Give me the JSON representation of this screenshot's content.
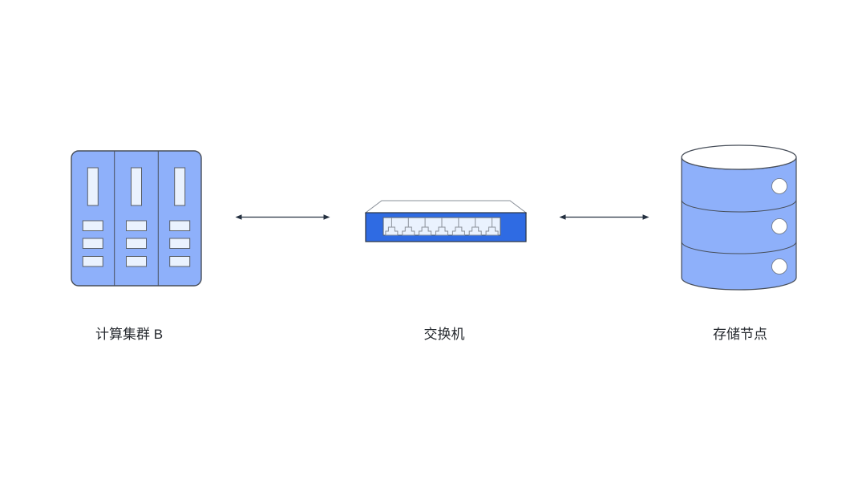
{
  "nodes": {
    "cluster": {
      "label": "计算集群 B",
      "icon": "server-rack-icon",
      "rack_columns": 3
    },
    "switch": {
      "label": "交换机",
      "icon": "network-switch-icon",
      "port_count": 7
    },
    "storage": {
      "label": "存储节点",
      "icon": "database-cylinder-icon",
      "tier_count": 3
    }
  },
  "connections": [
    {
      "from": "cluster",
      "to": "switch",
      "arrow": "bidirectional"
    },
    {
      "from": "switch",
      "to": "storage",
      "arrow": "bidirectional"
    }
  ],
  "colors": {
    "background": "#FFFFFF",
    "node_fill": "#8EB0FA",
    "slot_fill": "#EAF2FE",
    "switch_body": "#2F6BE3",
    "switch_top": "#FFFFFF",
    "outline": "#474E59",
    "arrow": "#243040",
    "label_text": "#262A2F"
  }
}
